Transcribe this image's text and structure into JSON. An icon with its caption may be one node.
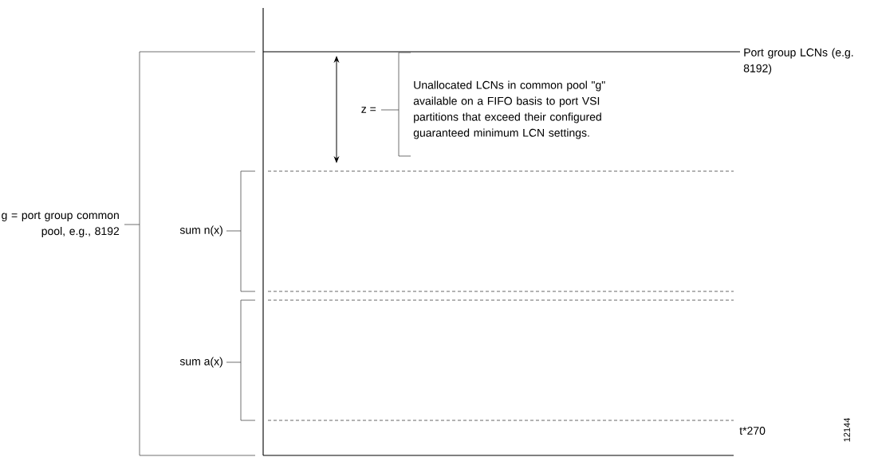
{
  "diagram": {
    "labels": [
      "Port group LCNs (e.g. 8192)",
      "z =",
      "Unallocated LCNs in common pool \"g\" available on a FIFO basis to port VSI partitions that exceed their configured guaranteed minimum LCN settings.",
      "g = port group common pool, e.g., 8192",
      "sum n(x)",
      "sum a(x)",
      "t*270",
      "12144"
    ]
  }
}
